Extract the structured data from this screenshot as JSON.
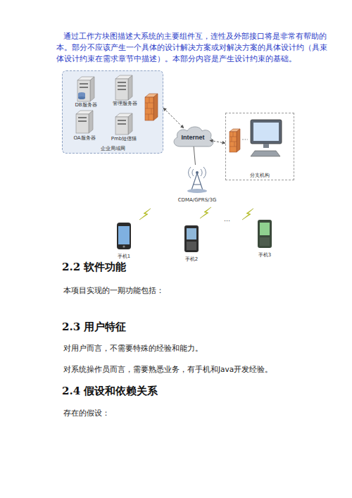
{
  "diagram": {
    "nodes": [
      {
        "text": [
          "企业局域网"
        ]
      },
      {
        "text": [
          "DB服务器"
        ],
        "in": 0
      },
      {
        "text": [
          "管理服务器"
        ],
        "in": 0
      },
      {
        "text": [
          "OA服务器"
        ],
        "in": 0
      },
      {
        "text": [
          "Pmb短信猫"
        ],
        "in": 0
      },
      {
        "text": [
          "Internet"
        ]
      },
      {
        "text": [
          "分支机构"
        ]
      },
      {
        "text": [
          "CDMA/GPRS/3G"
        ]
      },
      {
        "text": [
          "手机1"
        ]
      },
      {
        "text": [
          "手机2"
        ]
      },
      {
        "text": [
          "手机3"
        ]
      }
    ],
    "edges": [
      {
        "from": 0,
        "to": 5,
        "arrow": "both"
      },
      {
        "from": 5,
        "to": 6,
        "arrow": "both"
      },
      {
        "from": 5,
        "to": 7,
        "arrow": "none"
      }
    ],
    "labels": [
      "通过工作方块图描述大系统的主要组件互，连性及外部接口将是非常有帮助的本。部分不应该产生一个具体的设计解决方案或对解决方案的具体设计约（具束体设计约束在需求章节中描述）。本部分内容是产生设计约束的基础。",
      "…",
      "2.2 软件功能",
      "本项目实现的一期功能包括：",
      "2.3 用户特征",
      "对用户而言，不需要特殊的经验和能力。",
      "对系统操作员而言，需要熟悉业务，有手机和Java开发经验。",
      "2.4 假设和依赖关系",
      "存在的假设："
    ]
  }
}
